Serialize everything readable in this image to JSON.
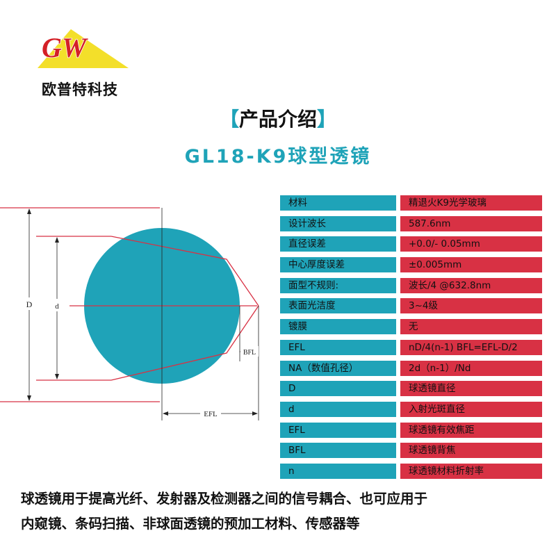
{
  "brand": {
    "logo_text": "GW",
    "name": "欧普特科技"
  },
  "heading": {
    "bracket_left": "【",
    "title": "产品介绍",
    "bracket_right": "】"
  },
  "product_title": "GL18-K9球型透镜",
  "diagram_labels": {
    "D": "D",
    "d": "d",
    "BFL": "BFL",
    "EFL": "EFL"
  },
  "colors": {
    "accent": "#1fa3b8",
    "value_bg": "#d83144",
    "logo_red": "#d42027",
    "logo_yellow": "#f3df2a"
  },
  "specs": [
    {
      "label": "材料",
      "value": "精退火K9光学玻璃"
    },
    {
      "label": "设计波长",
      "value": "587.6nm"
    },
    {
      "label": "直径误差",
      "value": "+0.0/- 0.05mm"
    },
    {
      "label": "中心厚度误差",
      "value": "±0.005mm"
    },
    {
      "label": "面型不规则:",
      "value": "波长/4 @632.8nm"
    },
    {
      "label": "表面光洁度",
      "value": "3~4级"
    },
    {
      "label": "镀膜",
      "value": "无"
    },
    {
      "label": "EFL",
      "value": "nD/4(n-1)  BFL=EFL-D/2"
    },
    {
      "label": "NA（数值孔径）",
      "value": "2d（n-1）/Nd"
    },
    {
      "label": "D",
      "value": "球透镜直径"
    },
    {
      "label": "d",
      "value": "入射光斑直径"
    },
    {
      "label": "EFL",
      "value": "球透镜有效焦距"
    },
    {
      "label": "BFL",
      "value": "球透镜背焦"
    },
    {
      "label": "n",
      "value": "球透镜材料折射率"
    }
  ],
  "description": [
    "球透镜用于提高光纤、发射器及检测器之间的信号耦合、也可应用于",
    "内窥镜、条码扫描、非球面透镜的预加工材料、传感器等"
  ]
}
